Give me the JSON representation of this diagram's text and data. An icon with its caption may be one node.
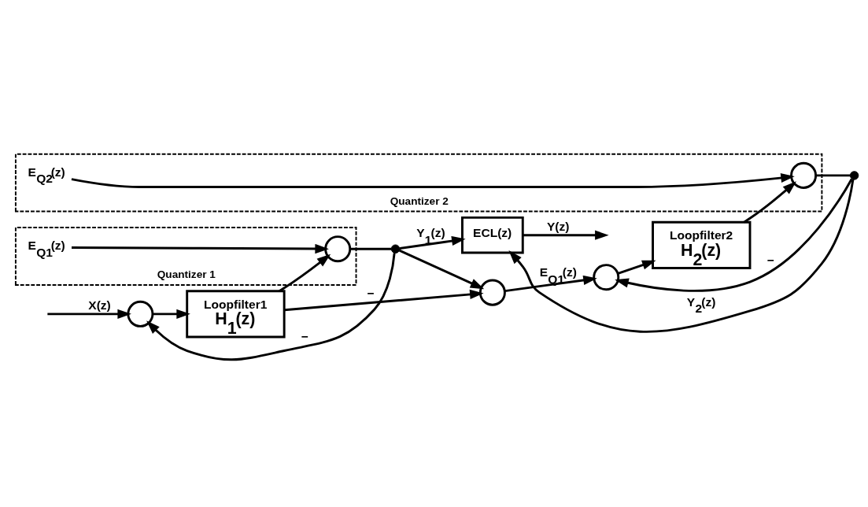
{
  "diagram": {
    "nodes": [
      {
        "text": [],
        "shape": "circle"
      },
      {
        "text": [
          "Loopfilter1",
          "H$_{1}$(z)"
        ]
      },
      {
        "text": [
          "Quantizer 1"
        ]
      },
      {
        "text": [],
        "shape": "circle",
        "in": 2
      },
      {
        "text": [
          "E$_{Q1}$(z)"
        ],
        "in": 2
      },
      {
        "text": [],
        "shape": "dot"
      },
      {
        "text": [],
        "shape": "circle"
      },
      {
        "text": [
          "ECL(z)"
        ]
      },
      {
        "text": [],
        "shape": "circle"
      },
      {
        "text": [
          "Loopfilter2",
          "H$_{2}$(z)"
        ]
      },
      {
        "text": [
          "Quantizer 2"
        ]
      },
      {
        "text": [],
        "shape": "circle",
        "in": 10
      },
      {
        "text": [
          "E$_{Q2}$(z)"
        ],
        "in": 10
      },
      {
        "text": [],
        "shape": "dot"
      }
    ],
    "edges": [
      {
        "from": null,
        "to": 0,
        "arrow": "to",
        "label": "X(z)"
      },
      {
        "from": 0,
        "to": 1,
        "arrow": "to"
      },
      {
        "from": 1,
        "to": 3,
        "arrow": "to"
      },
      {
        "from": 4,
        "to": 3,
        "arrow": "to"
      },
      {
        "from": 3,
        "to": 5,
        "arrow": "none"
      },
      {
        "from": 5,
        "to": 0,
        "arrow": "to",
        "label": "−"
      },
      {
        "from": 1,
        "to": 6,
        "arrow": "to",
        "label": "−"
      },
      {
        "from": 5,
        "to": 6,
        "arrow": "to"
      },
      {
        "from": 5,
        "to": 7,
        "arrow": "to",
        "label": "Y$_{1}$(z)"
      },
      {
        "from": 6,
        "to": 8,
        "arrow": "to",
        "label": "E$_{Q1}$(z)"
      },
      {
        "from": 8,
        "to": 9,
        "arrow": "to"
      },
      {
        "from": 9,
        "to": 11,
        "arrow": "to"
      },
      {
        "from": 12,
        "to": 11,
        "arrow": "to"
      },
      {
        "from": 11,
        "to": 13,
        "arrow": "none"
      },
      {
        "from": 13,
        "to": 8,
        "arrow": "to",
        "label": "−"
      },
      {
        "from": 13,
        "to": 7,
        "arrow": "to",
        "label": "Y$_{2}$(z)"
      },
      {
        "from": 7,
        "to": null,
        "arrow": "to",
        "label": "Y(z)"
      }
    ]
  }
}
